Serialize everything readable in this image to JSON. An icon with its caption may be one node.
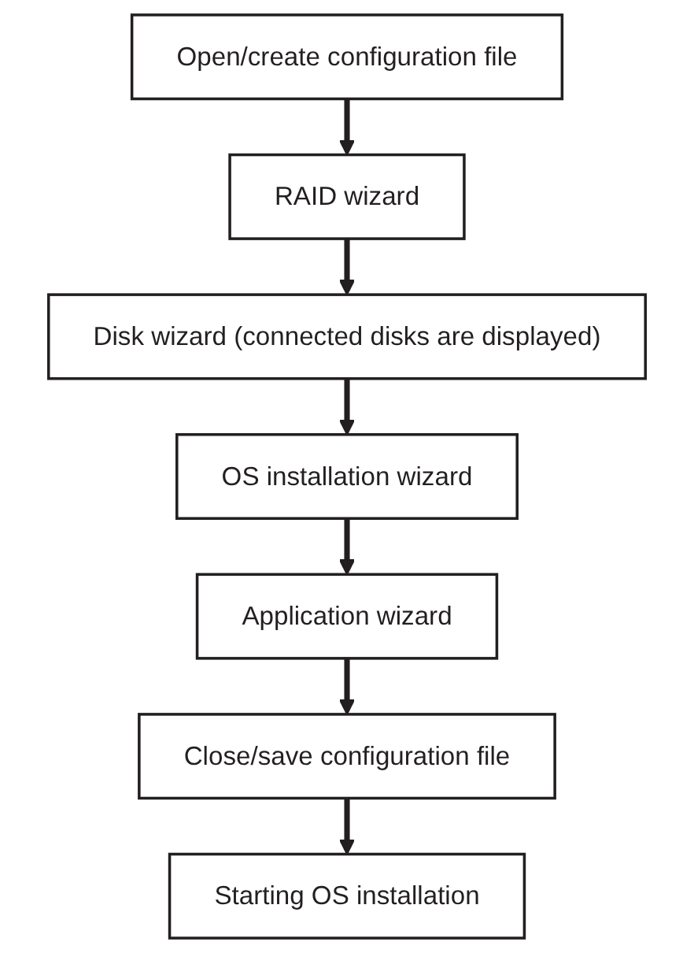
{
  "diagram": {
    "nodes": [
      {
        "text": [
          "Open/create configuration file"
        ]
      },
      {
        "text": [
          "RAID wizard"
        ]
      },
      {
        "text": [
          "Disk wizard (connected disks are displayed)"
        ]
      },
      {
        "text": [
          "OS installation wizard"
        ]
      },
      {
        "text": [
          "Application wizard"
        ]
      },
      {
        "text": [
          "Close/save configuration file"
        ]
      },
      {
        "text": [
          "Starting OS installation"
        ]
      }
    ],
    "edges": [
      {
        "from": 0,
        "to": 1,
        "arrow": "to"
      },
      {
        "from": 1,
        "to": 2,
        "arrow": "to"
      },
      {
        "from": 2,
        "to": 3,
        "arrow": "to"
      },
      {
        "from": 3,
        "to": 4,
        "arrow": "to"
      },
      {
        "from": 4,
        "to": 5,
        "arrow": "to"
      },
      {
        "from": 5,
        "to": 6,
        "arrow": "to"
      }
    ]
  }
}
